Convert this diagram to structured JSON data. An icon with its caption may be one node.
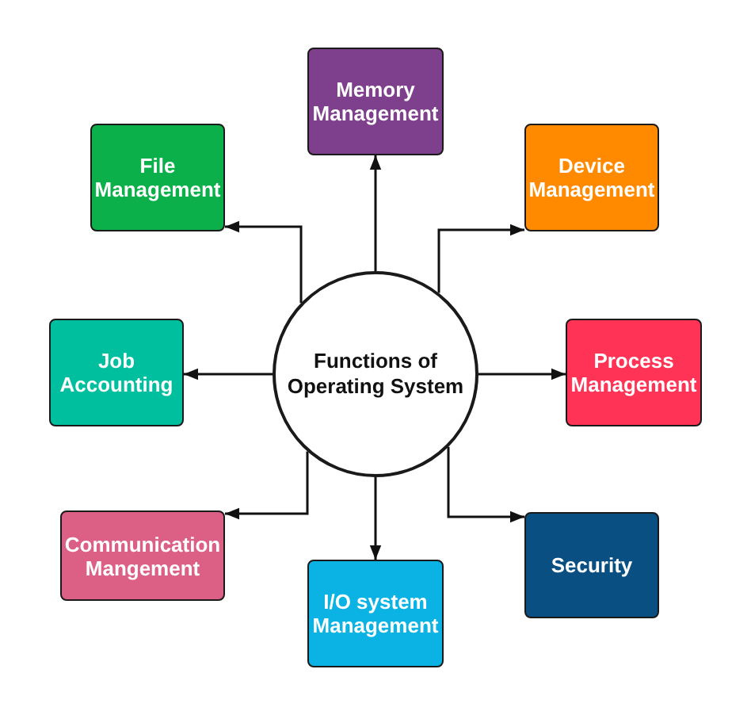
{
  "diagram": {
    "nodes": [
      {
        "text": [
          "Memory Management"
        ]
      },
      {
        "text": [
          "File Management"
        ]
      },
      {
        "text": [
          "Device Management"
        ]
      },
      {
        "text": [
          "Job Accounting"
        ]
      },
      {
        "text": [
          "Functions of Operating System"
        ]
      },
      {
        "text": [
          "Process Management"
        ]
      },
      {
        "text": [
          "Communication Mangement"
        ]
      },
      {
        "text": [
          "I/O system Management"
        ]
      },
      {
        "text": [
          "Security"
        ]
      }
    ],
    "edges": [
      {
        "from": 4,
        "to": 0,
        "arrow": "to"
      },
      {
        "from": 4,
        "to": 1,
        "arrow": "to"
      },
      {
        "from": 4,
        "to": 2,
        "arrow": "to"
      },
      {
        "from": 4,
        "to": 3,
        "arrow": "to"
      },
      {
        "from": 4,
        "to": 5,
        "arrow": "to"
      },
      {
        "from": 4,
        "to": 6,
        "arrow": "to"
      },
      {
        "from": 4,
        "to": 7,
        "arrow": "to"
      },
      {
        "from": 4,
        "to": 8,
        "arrow": "to"
      }
    ]
  }
}
